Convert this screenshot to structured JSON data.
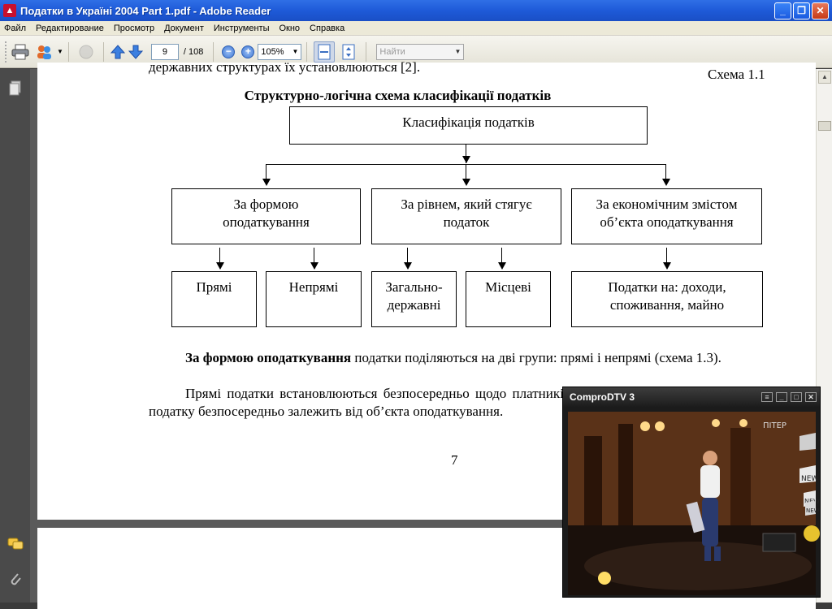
{
  "window": {
    "title": "Податки в Україні 2004 Part 1.pdf - Adobe Reader",
    "minimize": "_",
    "maximize": "❐",
    "close": "✕"
  },
  "menu": [
    "Файл",
    "Редактирование",
    "Просмотр",
    "Документ",
    "Инструменты",
    "Окно",
    "Справка"
  ],
  "toolbar": {
    "page_current": "9",
    "page_total": "/ 108",
    "zoom": "105%",
    "find_placeholder": "Найти"
  },
  "document": {
    "cut_line": "державних структурах їх установлюються [2].",
    "scheme_label": "Схема 1.1",
    "scheme_title": "Структурно-логічна схема класифікації податків",
    "root": "Класифікація податків",
    "level1": [
      "За формою оподаткування",
      "За рівнем, який стягує податок",
      "За економічним змістом об’єкта оподаткування"
    ],
    "level2": [
      "Прямі",
      "Непрямі",
      "Загально-державні",
      "Місцеві",
      "Податки на: доходи, споживання, майно"
    ],
    "para1_bold": "За формою оподаткування",
    "para1_rest": "податки поділяються  на дві групи: прямі і непрямі (схема 1.3).",
    "para2": "Прямі податки встановлюються безпосередньо щодо платників за рахунок їхніх доходів, а сума податку безпосередньо залежить від об’єкта оподаткування.",
    "page_number": "7"
  },
  "dtv": {
    "title": "ComproDTV 3",
    "channel_logo": "ПІТЕР",
    "signs": [
      "NEW",
      "NEW",
      "NEW"
    ]
  }
}
